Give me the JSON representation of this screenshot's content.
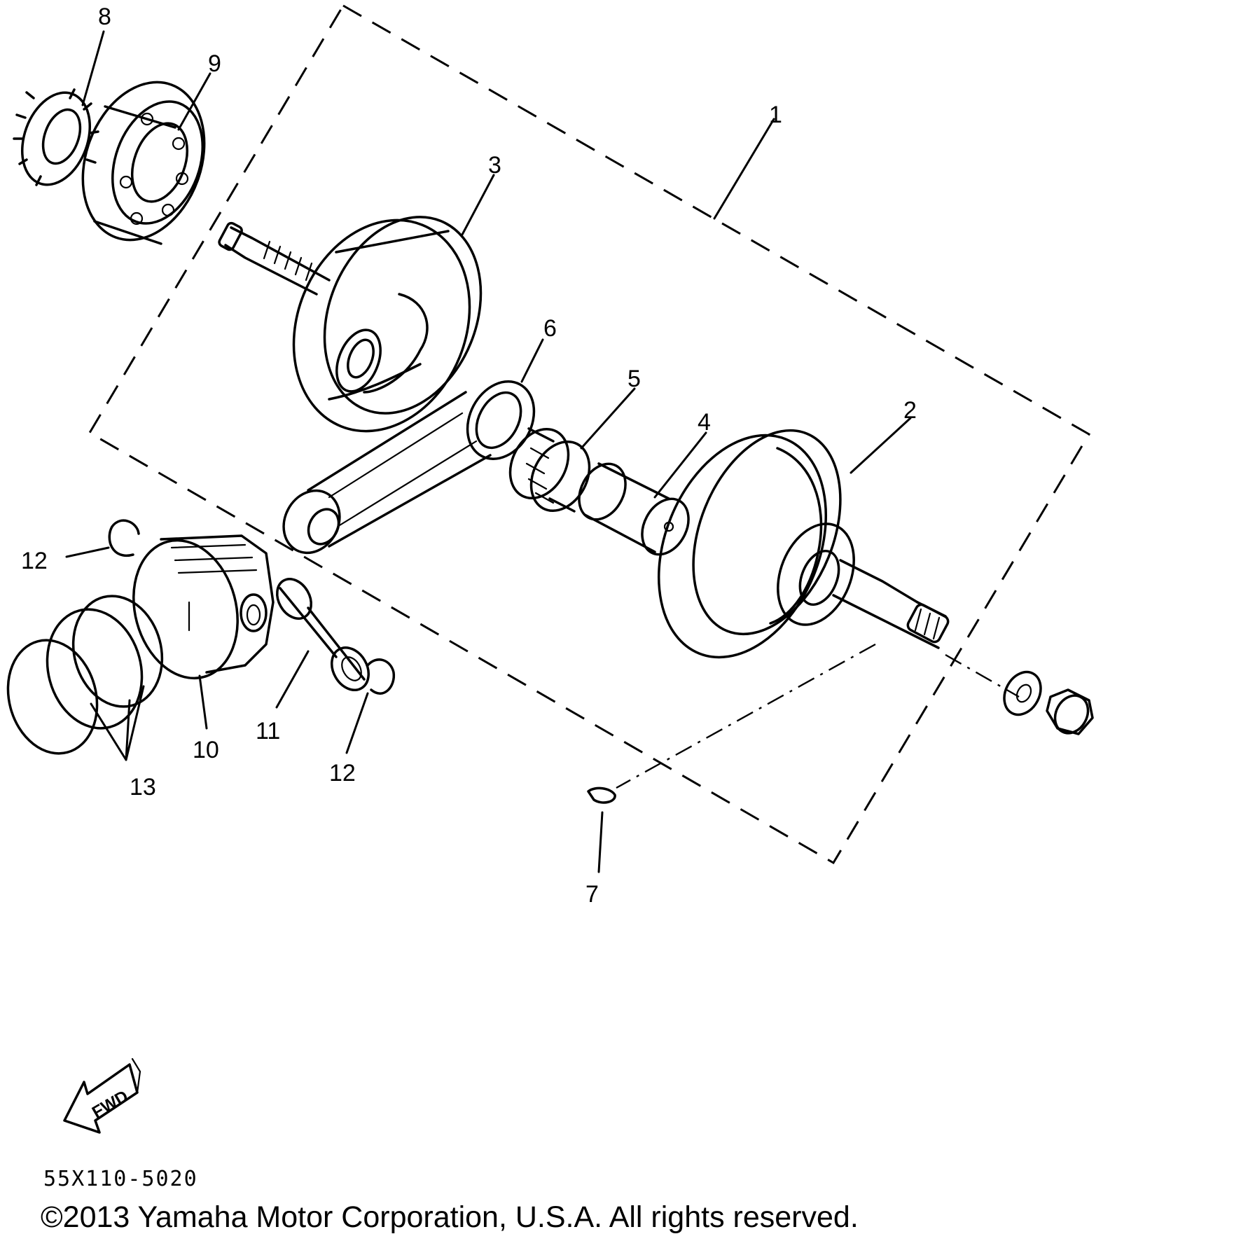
{
  "diagram": {
    "callouts": [
      {
        "id": "1",
        "label": "1"
      },
      {
        "id": "2",
        "label": "2"
      },
      {
        "id": "3",
        "label": "3"
      },
      {
        "id": "4",
        "label": "4"
      },
      {
        "id": "5",
        "label": "5"
      },
      {
        "id": "6",
        "label": "6"
      },
      {
        "id": "7",
        "label": "7"
      },
      {
        "id": "8",
        "label": "8"
      },
      {
        "id": "9",
        "label": "9"
      },
      {
        "id": "10",
        "label": "10"
      },
      {
        "id": "11",
        "label": "11"
      },
      {
        "id": "12a",
        "label": "12"
      },
      {
        "id": "12b",
        "label": "12"
      },
      {
        "id": "13",
        "label": "13"
      }
    ],
    "fwd_label": "FWD",
    "diagram_code": "55X110-5020",
    "copyright": "©2013 Yamaha Motor Corporation, U.S.A. All rights reserved."
  }
}
